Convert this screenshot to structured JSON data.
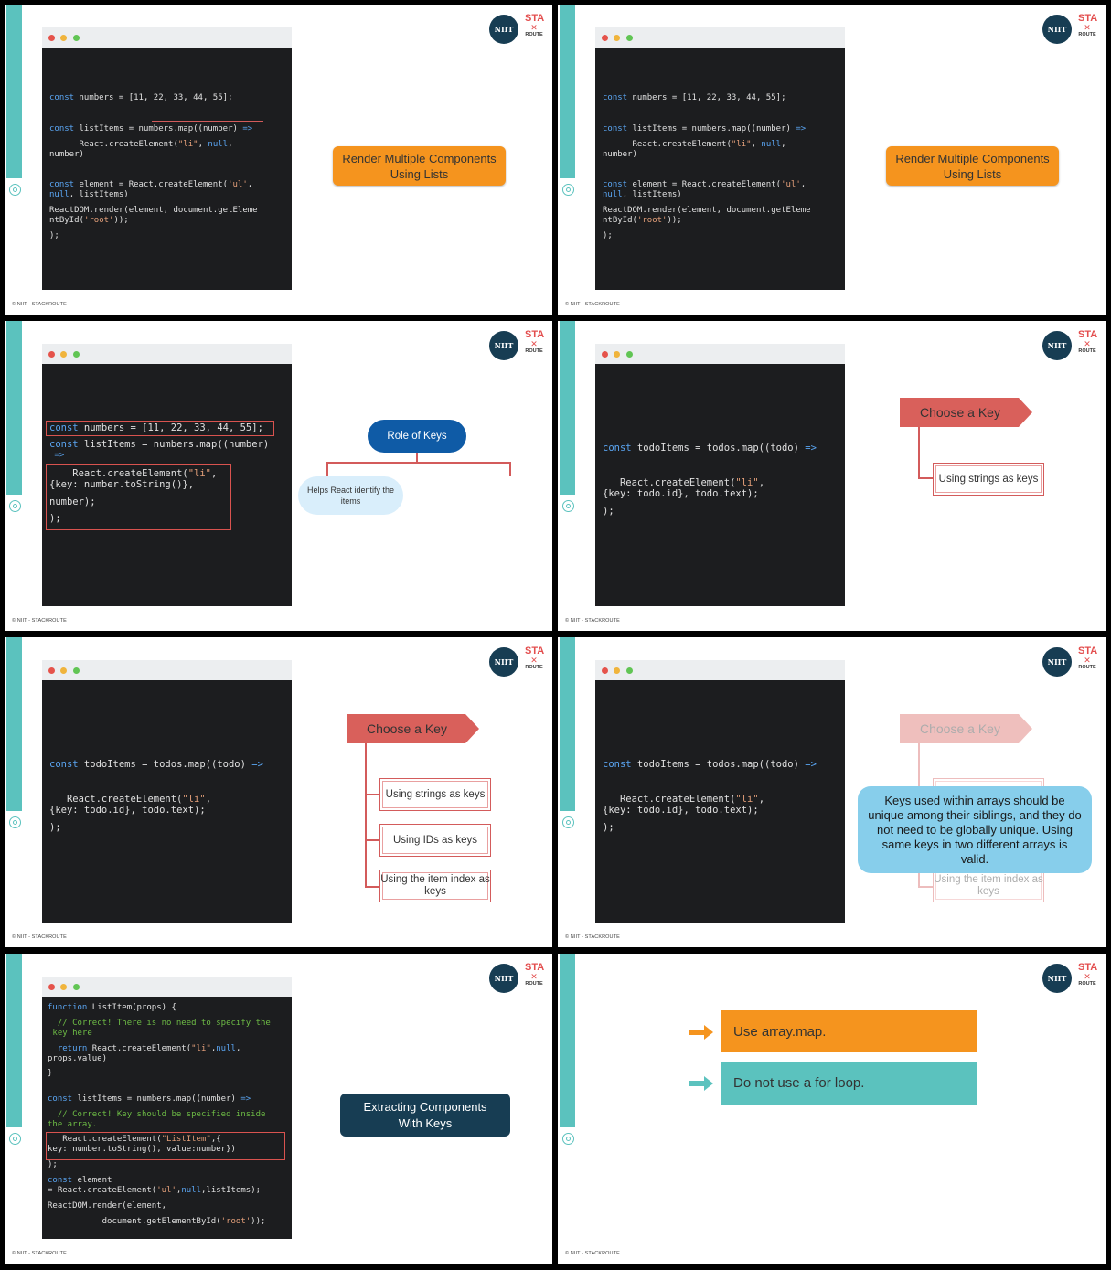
{
  "common": {
    "copyright": "© NIIT - STACKROUTE",
    "logo_niit": "NIIT",
    "logo_sta": "STA",
    "logo_route": "ROUTE"
  },
  "colors": {
    "teal": "#5bc2be",
    "orange": "#f5941e",
    "navy": "#173d53",
    "red": "#d35b5b",
    "blue": "#0f5ba6",
    "lightblue": "#87ceeb"
  },
  "slide1": {
    "code": {
      "l1a": "const",
      "l1b": " numbers = [11, 22, 33, 44, 55];",
      "l2a": "const",
      "l2b": " listItems = numbers.map((number) ",
      "l2c": "=>",
      "l3a": "      React.createElement(",
      "l3b": "\"li\"",
      "l3c": ", ",
      "l3d": "null",
      "l3e": ",",
      "l4": "number)",
      "l5a": "const",
      "l5b": " element = React.createElement(",
      "l5c": "'ul'",
      "l5d": ",",
      "l6a": "null",
      "l6b": ", listItems)",
      "l7": "ReactDOM.render(element, document.getEleme",
      "l8a": "ntById(",
      "l8b": "'root'",
      "l8c": "));",
      "l9": ");"
    },
    "callout": "Render Multiple Components Using Lists"
  },
  "slide3": {
    "code": {
      "l1a": "const",
      "l1b": " numbers = [11, 22, 33, 44, 55];",
      "l2a": "const",
      "l2b": " listItems = numbers.map((number)",
      "l3": " =>",
      "l4a": "    React.createElement(",
      "l4b": "\"li\"",
      "l4c": ",",
      "l5": "{key: number.toString()},",
      "l6": "number);",
      "l7": ");"
    },
    "role_title": "Role of Keys",
    "role_desc": "Helps React identify the items"
  },
  "slide4": {
    "code": {
      "l1a": "const",
      "l1b": " todoItems = todos.map((todo) ",
      "l1c": "=>",
      "l2a": "   React.createElement(",
      "l2b": "\"li\"",
      "l2c": ",",
      "l3": "{key: todo.id}, todo.text);",
      "l4": ");"
    },
    "choose": "Choose a Key",
    "opt1": "Using strings as keys",
    "opt2": "Using IDs as keys",
    "opt3": "Using the item index as keys",
    "tooltip": "Keys used within arrays should be unique among their siblings, and they do not need to be globally unique. Using same keys in two different arrays is valid."
  },
  "slide7": {
    "code": {
      "l1a": "function",
      "l1b": " ListItem(props) {",
      "l2": "  // Correct! There is no need to specify the",
      "l3": " key here",
      "l4a": "  return",
      "l4b": " React.createElement(",
      "l4c": "\"li\"",
      "l4d": ",",
      "l4e": "null",
      "l4f": ",",
      "l5": "props.value)",
      "l6": "}",
      "l7a": "const",
      "l7b": " listItems = numbers.map((number) ",
      "l7c": "=>",
      "l8": "  // Correct! Key should be specified inside",
      "l9": "the array.",
      "l10a": "   React.createElement(",
      "l10b": "\"ListItem\"",
      "l10c": ",{",
      "l11": "key: number.toString(), value:number})",
      "l12": ");",
      "l13a": "const",
      "l13b": " element",
      "l14a": "= React.createElement(",
      "l14b": "'ul'",
      "l14c": ",",
      "l14d": "null",
      "l14e": ",listItems);",
      "l15": "ReactDOM.render(element,",
      "l16a": "           document.getElementById(",
      "l16b": "'root'",
      "l16c": "));"
    },
    "callout": "Extracting Components With Keys"
  },
  "slide8": {
    "item1": "Use array.map.",
    "item2": "Do not use a for loop."
  }
}
